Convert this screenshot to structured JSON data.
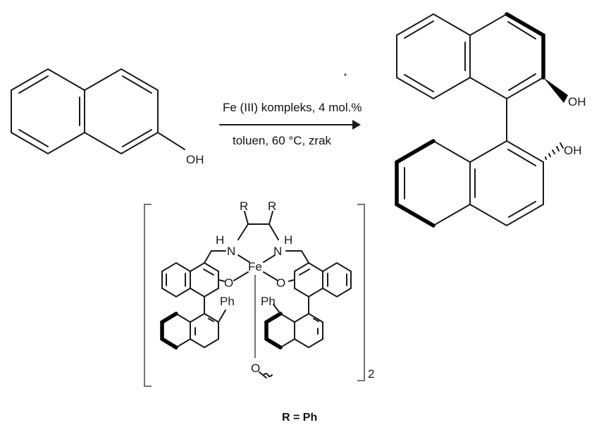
{
  "reaction": {
    "condition_top": "Fe (III) kompleks, 4 mol.%",
    "condition_bottom": "toluen, 60 °C, zrak"
  },
  "reactant": {
    "label_oh": "OH"
  },
  "product": {
    "label_oh_top": "OH",
    "label_oh_bottom": "OH"
  },
  "catalyst": {
    "label_r_left": "R",
    "label_r_right": "R",
    "label_h_left": "H",
    "label_n_left": "N",
    "label_h_right": "H",
    "label_n_right": "N",
    "label_fe": "Fe",
    "label_o_left": "O",
    "label_o_right": "O",
    "label_ph_left": "Ph",
    "label_ph_right": "Ph",
    "label_o_bridge": "O",
    "subscript": "2"
  },
  "footnote": "R = Ph"
}
